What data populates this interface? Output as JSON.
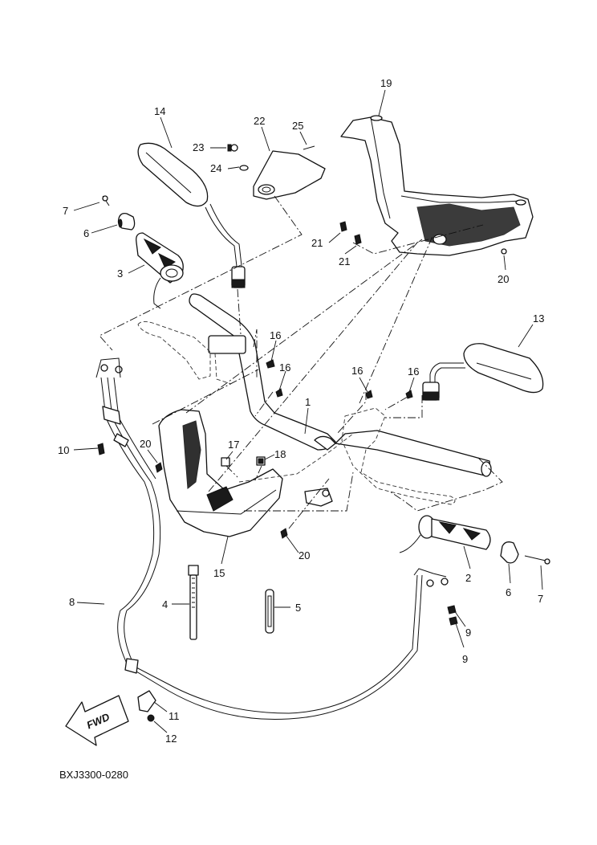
{
  "figure": {
    "code": "BXJ3300-0280",
    "fwd_label": "FWD"
  },
  "callouts": [
    "19",
    "14",
    "22",
    "25",
    "23",
    "24",
    "7",
    "6",
    "3",
    "21",
    "21",
    "20",
    "16",
    "16",
    "16",
    "16",
    "13",
    "1",
    "10",
    "20",
    "17",
    "18",
    "20",
    "15",
    "2",
    "6",
    "7",
    "8",
    "4",
    "5",
    "9",
    "9",
    "11",
    "12"
  ]
}
